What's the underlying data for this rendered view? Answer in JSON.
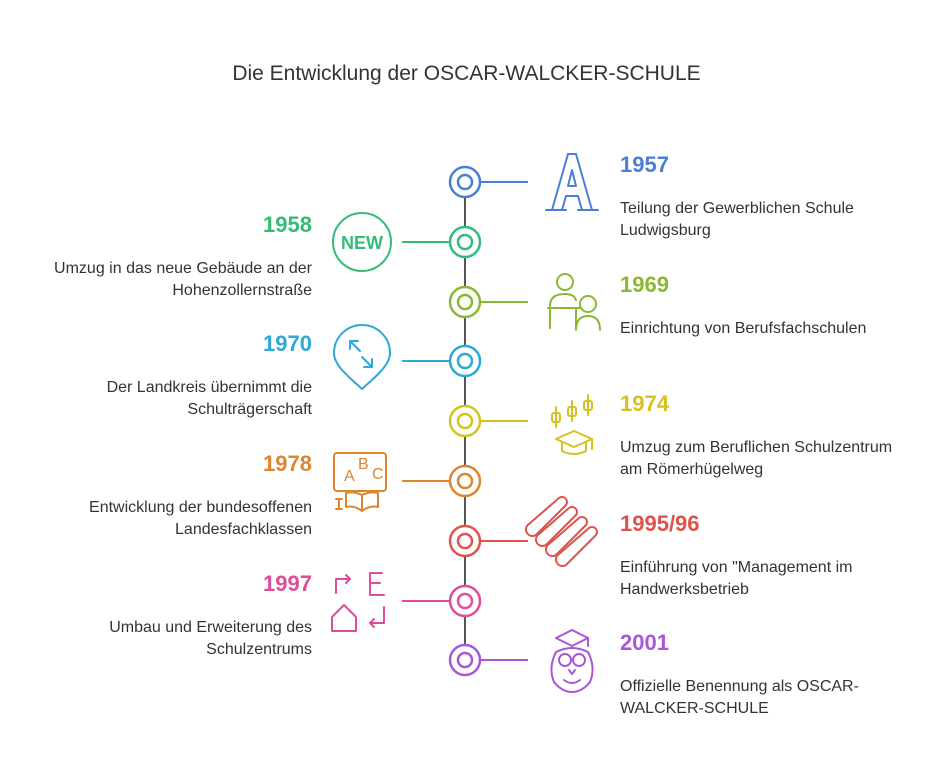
{
  "title": "Die Entwicklung der OSCAR-WALCKER-SCHULE",
  "events": [
    {
      "year": "1957",
      "side": "right",
      "color": "#4a7fd6",
      "icon": "letter-a-icon",
      "description": "Teilung der Gewerblichen Schule Ludwigsburg"
    },
    {
      "year": "1958",
      "side": "left",
      "color": "#33bb77",
      "icon": "new-badge-icon",
      "description": "Umzug in das neue Gebäude an der Hohenzollernstraße"
    },
    {
      "year": "1969",
      "side": "right",
      "color": "#8bb832",
      "icon": "teacher-student-icon",
      "description": "Einrichtung von Berufsfachschulen"
    },
    {
      "year": "1970",
      "side": "left",
      "color": "#2ea8d6",
      "icon": "map-pin-expand-icon",
      "description": "Der Landkreis übernimmt die Schulträgerschaft"
    },
    {
      "year": "1974",
      "side": "right",
      "color": "#d6c21e",
      "icon": "graduation-cap-chart-icon",
      "description": "Umzug zum Beruflichen Schulzentrum am Römerhügelweg"
    },
    {
      "year": "1978",
      "side": "left",
      "color": "#e0852e",
      "icon": "abc-book-icon",
      "description": "Entwicklung der bundesoffenen Landesfachklassen"
    },
    {
      "year": "1995/96",
      "side": "right",
      "color": "#e0524a",
      "icon": "diagonal-stripes-icon",
      "description": "Einführung von \"Management im Handwerksbetrieb"
    },
    {
      "year": "1997",
      "side": "left",
      "color": "#de4d98",
      "icon": "home-arrows-icon",
      "description": "Umbau und Erweiterung des Schulzentrums"
    },
    {
      "year": "2001",
      "side": "right",
      "color": "#a857d8",
      "icon": "owl-graduate-icon",
      "description": "Offizielle Benennung als OSCAR-WALCKER-SCHULE"
    }
  ]
}
